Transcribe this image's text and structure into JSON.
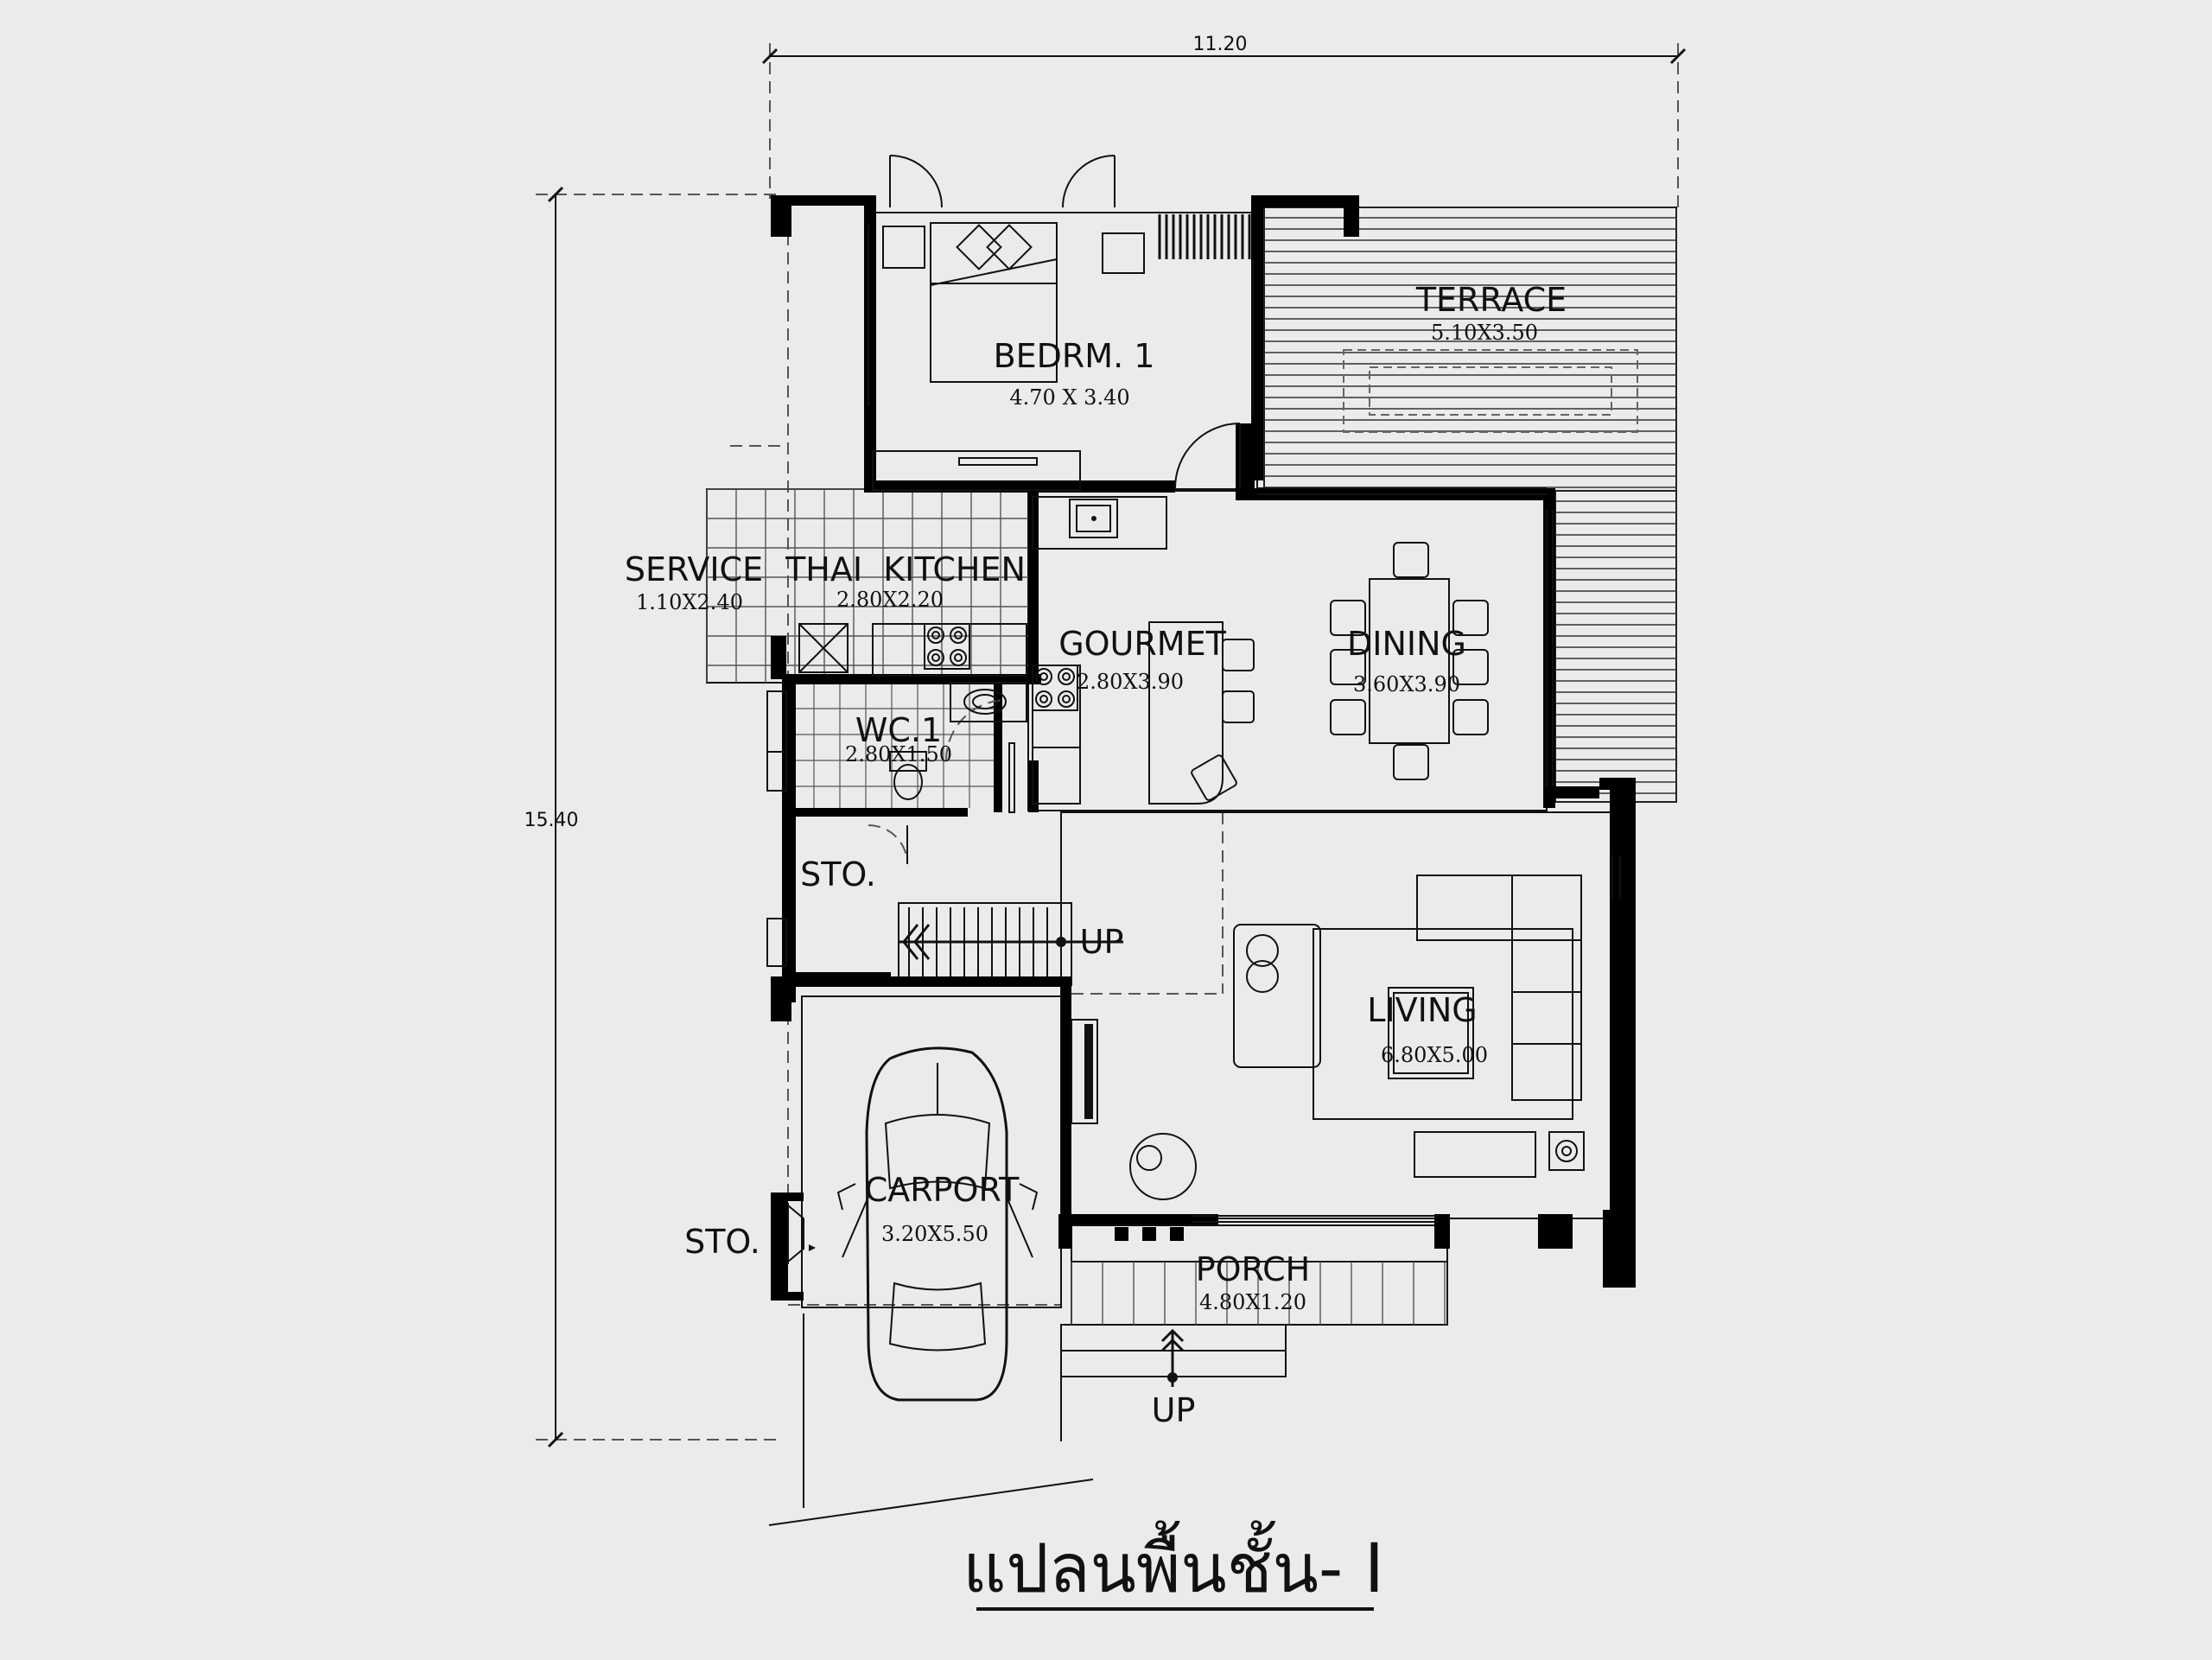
{
  "plan": {
    "title": "แปลนพื้นชั้น- I",
    "dimensions": {
      "width": "11.20",
      "depth": "15.40"
    }
  },
  "rooms": {
    "bedroom": {
      "name": "BEDRM. 1",
      "size": "4.70 X 3.40"
    },
    "terrace": {
      "name": "TERRACE",
      "size": "5.10X3.50"
    },
    "service": {
      "name": "SERVICE",
      "size": "1.10X2.40"
    },
    "thai_kitchen": {
      "name": "THAI  KITCHEN",
      "size": "2.80X2.20"
    },
    "gourmet": {
      "name": "GOURMET",
      "size": "2.80X3.90"
    },
    "dining": {
      "name": "DINING",
      "size": "3.60X3.90"
    },
    "wc": {
      "name": "WC.1",
      "size": "2.80X1.50"
    },
    "storage_upper": {
      "name": "STO."
    },
    "storage_lower": {
      "name": "STO."
    },
    "living": {
      "name": "LIVING",
      "size": "6.80X5.00"
    },
    "carport": {
      "name": "CARPORT",
      "size": "3.20X5.50"
    },
    "porch": {
      "name": "PORCH",
      "size": "4.80X1.20"
    }
  },
  "labels": {
    "stair_up": "UP",
    "entry_up": "UP"
  }
}
